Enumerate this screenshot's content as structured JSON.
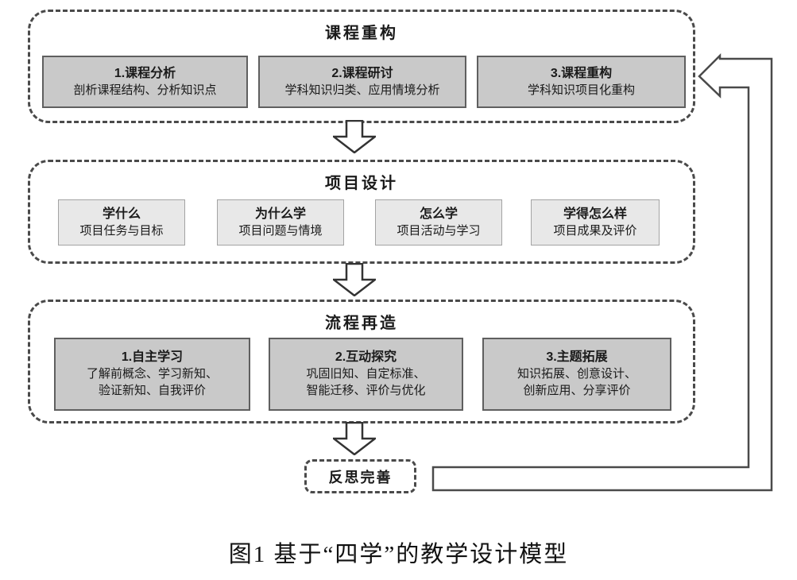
{
  "diagram": {
    "sections": [
      {
        "title": "课程重构",
        "boxes": [
          {
            "title": "1.课程分析",
            "subtitle": "剖析课程结构、分析知识点"
          },
          {
            "title": "2.课程研讨",
            "subtitle": "学科知识归类、应用情境分析"
          },
          {
            "title": "3.课程重构",
            "subtitle": "学科知识项目化重构"
          }
        ]
      },
      {
        "title": "项目设计",
        "boxes": [
          {
            "title": "学什么",
            "subtitle": "项目任务与目标"
          },
          {
            "title": "为什么学",
            "subtitle": "项目问题与情境"
          },
          {
            "title": "怎么学",
            "subtitle": "项目活动与学习"
          },
          {
            "title": "学得怎么样",
            "subtitle": "项目成果及评价"
          }
        ]
      },
      {
        "title": "流程再造",
        "boxes": [
          {
            "title": "1.自主学习",
            "line1": "了解前概念、学习新知、",
            "line2": "验证新知、自我评价"
          },
          {
            "title": "2.互动探究",
            "line1": "巩固旧知、自定标准、",
            "line2": "智能迁移、评价与优化"
          },
          {
            "title": "3.主题拓展",
            "line1": "知识拓展、创意设计、",
            "line2": "创新应用、分享评价"
          }
        ]
      }
    ],
    "reflection_label": "反思完善",
    "caption": "图1 基于“四学”的教学设计模型",
    "colors": {
      "line": "#4a4a4a",
      "dark_box_fill": "#c9c9c9",
      "dark_box_border": "#5f5f5f",
      "light_box_fill": "#e8e8e8",
      "light_box_border": "#a3a3a3",
      "text": "#1a1a1a",
      "background": "#ffffff"
    }
  }
}
